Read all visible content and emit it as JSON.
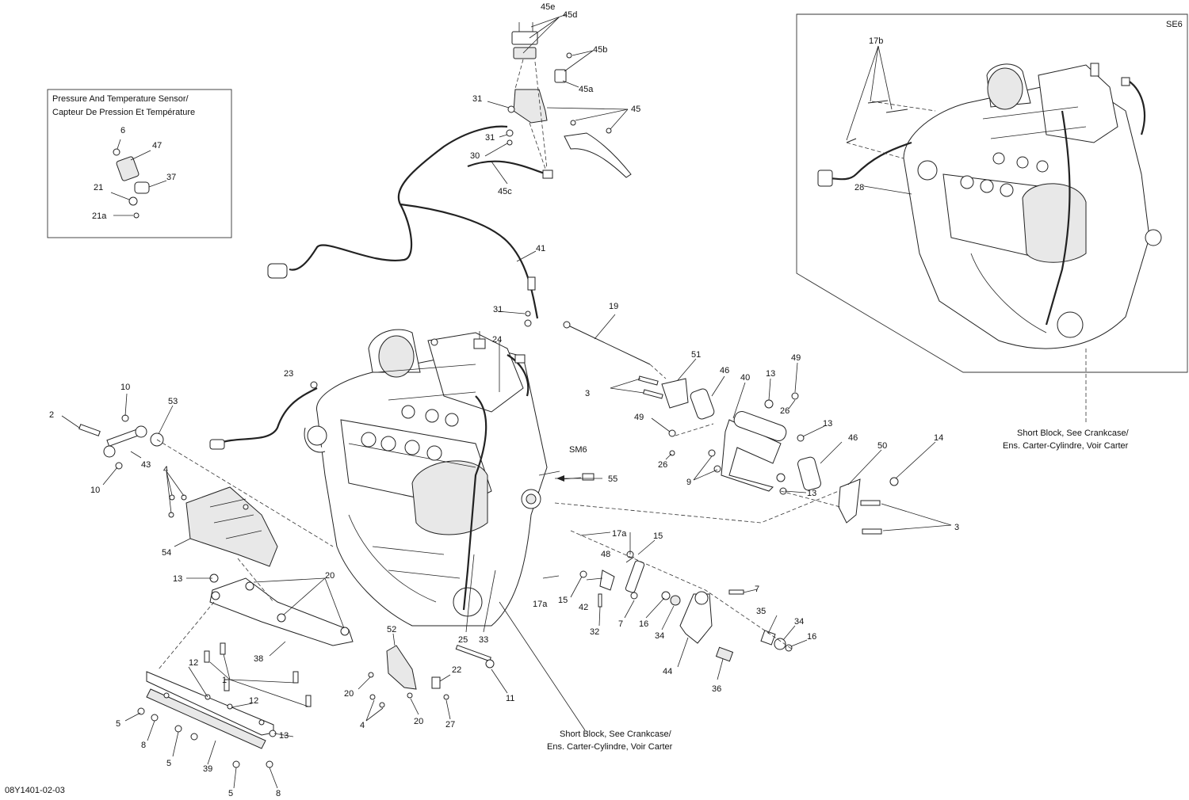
{
  "diagram": {
    "doc_code": "08Y1401-02-03",
    "inset_code": "SE6",
    "sensor_box_title_line1": "Pressure And Temperature Sensor/",
    "sensor_box_title_line2": "Capteur De Pression Et Température",
    "short_block_line1": "Short Block, See Crankcase/",
    "short_block_line2": "Ens. Carter-Cylindre, Voir Carter",
    "engine_label": "SM6"
  },
  "callouts": [
    {
      "id": "c45e",
      "text": "45e"
    },
    {
      "id": "c45d",
      "text": "45d"
    },
    {
      "id": "c45b",
      "text": "45b"
    },
    {
      "id": "c45a",
      "text": "45a"
    },
    {
      "id": "c45",
      "text": "45"
    },
    {
      "id": "c31a",
      "text": "31"
    },
    {
      "id": "c31b",
      "text": "31"
    },
    {
      "id": "c30",
      "text": "30"
    },
    {
      "id": "c45c",
      "text": "45c"
    },
    {
      "id": "c41",
      "text": "41"
    },
    {
      "id": "c31c",
      "text": "31"
    },
    {
      "id": "c19",
      "text": "19"
    },
    {
      "id": "c24",
      "text": "24"
    },
    {
      "id": "c23",
      "text": "23"
    },
    {
      "id": "c51",
      "text": "51"
    },
    {
      "id": "c46a",
      "text": "46"
    },
    {
      "id": "c40",
      "text": "40"
    },
    {
      "id": "c13a",
      "text": "13"
    },
    {
      "id": "c49a",
      "text": "49"
    },
    {
      "id": "c3a",
      "text": "3"
    },
    {
      "id": "c26a",
      "text": "26"
    },
    {
      "id": "c49b",
      "text": "49"
    },
    {
      "id": "c26b",
      "text": "26"
    },
    {
      "id": "c13b",
      "text": "13"
    },
    {
      "id": "c46b",
      "text": "46"
    },
    {
      "id": "c50",
      "text": "50"
    },
    {
      "id": "c14",
      "text": "14"
    },
    {
      "id": "c9",
      "text": "9"
    },
    {
      "id": "c13c",
      "text": "13"
    },
    {
      "id": "c3b",
      "text": "3"
    },
    {
      "id": "c10a",
      "text": "10"
    },
    {
      "id": "c53",
      "text": "53"
    },
    {
      "id": "c2",
      "text": "2"
    },
    {
      "id": "c43",
      "text": "43"
    },
    {
      "id": "c10b",
      "text": "10"
    },
    {
      "id": "c4a",
      "text": "4"
    },
    {
      "id": "c54",
      "text": "54"
    },
    {
      "id": "c55",
      "text": "55"
    },
    {
      "id": "c17a1",
      "text": "17a"
    },
    {
      "id": "c15a",
      "text": "15"
    },
    {
      "id": "c48",
      "text": "48"
    },
    {
      "id": "c7a",
      "text": "7"
    },
    {
      "id": "c17a2",
      "text": "17a"
    },
    {
      "id": "c15b",
      "text": "15"
    },
    {
      "id": "c42",
      "text": "42"
    },
    {
      "id": "c32",
      "text": "32"
    },
    {
      "id": "c7b",
      "text": "7"
    },
    {
      "id": "c16a",
      "text": "16"
    },
    {
      "id": "c34a",
      "text": "34"
    },
    {
      "id": "c35",
      "text": "35"
    },
    {
      "id": "c34b",
      "text": "34"
    },
    {
      "id": "c16b",
      "text": "16"
    },
    {
      "id": "c44",
      "text": "44"
    },
    {
      "id": "c36",
      "text": "36"
    },
    {
      "id": "c13d",
      "text": "13"
    },
    {
      "id": "c20a",
      "text": "20"
    },
    {
      "id": "c25",
      "text": "25"
    },
    {
      "id": "c33",
      "text": "33"
    },
    {
      "id": "c38",
      "text": "38"
    },
    {
      "id": "c52",
      "text": "52"
    },
    {
      "id": "c22",
      "text": "22"
    },
    {
      "id": "c11",
      "text": "11"
    },
    {
      "id": "c20b",
      "text": "20"
    },
    {
      "id": "c1",
      "text": "1"
    },
    {
      "id": "c12a",
      "text": "12"
    },
    {
      "id": "c12b",
      "text": "12"
    },
    {
      "id": "c4b",
      "text": "4"
    },
    {
      "id": "c20c",
      "text": "20"
    },
    {
      "id": "c27",
      "text": "27"
    },
    {
      "id": "c5a",
      "text": "5"
    },
    {
      "id": "c8a",
      "text": "8"
    },
    {
      "id": "c13e",
      "text": "13"
    },
    {
      "id": "c5b",
      "text": "5"
    },
    {
      "id": "c39",
      "text": "39"
    },
    {
      "id": "c5c",
      "text": "5"
    },
    {
      "id": "c8b",
      "text": "8"
    },
    {
      "id": "c6",
      "text": "6"
    },
    {
      "id": "c47",
      "text": "47"
    },
    {
      "id": "c37",
      "text": "37"
    },
    {
      "id": "c21",
      "text": "21"
    },
    {
      "id": "c21a",
      "text": "21a"
    },
    {
      "id": "c17b",
      "text": "17b"
    },
    {
      "id": "c28",
      "text": "28"
    }
  ]
}
